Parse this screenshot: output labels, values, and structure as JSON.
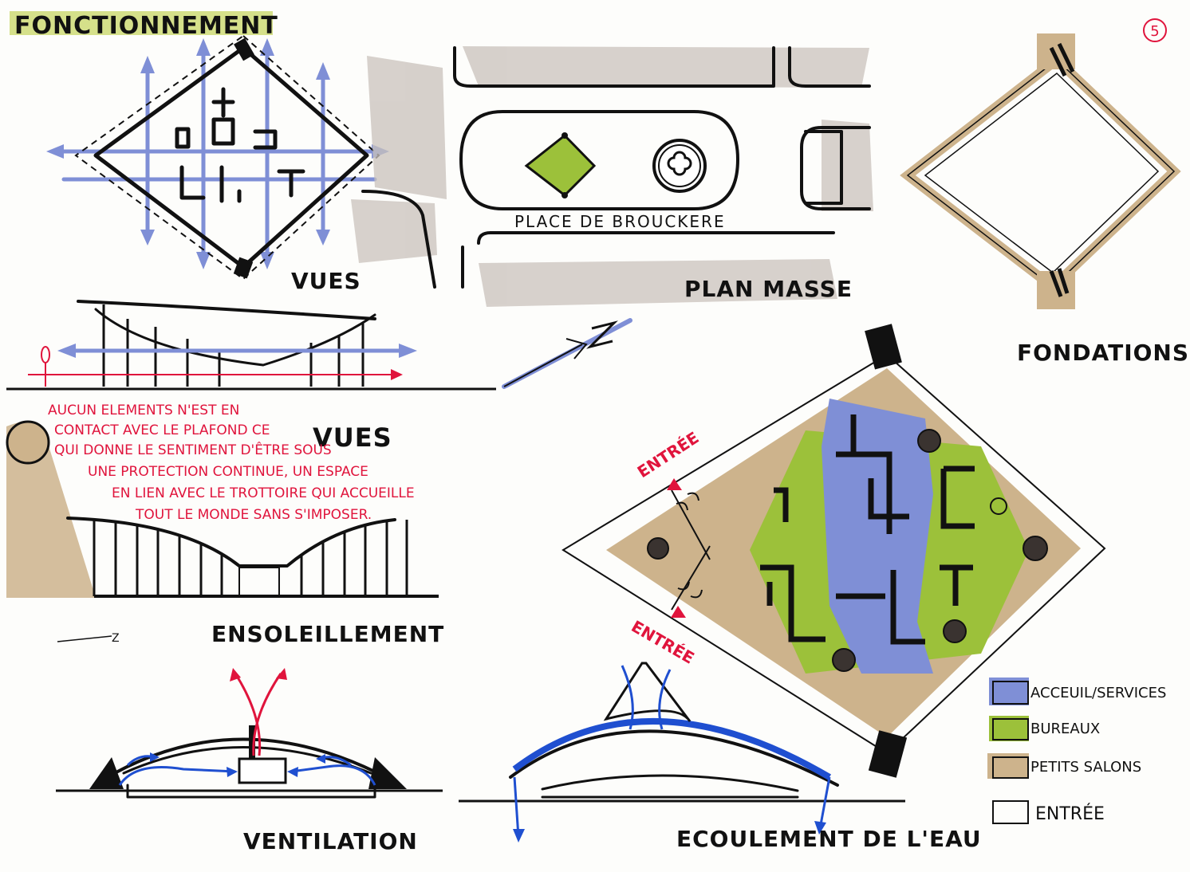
{
  "page_number": "5",
  "titles": {
    "fonctionnement": "FONCTIONNEMENT",
    "vues": "VUES",
    "plan_masse": "PLAN MASSE",
    "place": "PLACE DE BROUCKERE",
    "fondations": "FONDATIONS",
    "vues_section": "VUES",
    "ensoleillement": "ENSOLEILLEMENT",
    "ventilation": "VENTILATION",
    "ecoulement": "ECOULEMENT DE L'EAU"
  },
  "annotation": {
    "lines": [
      "AUCUN ELEMENTS N'EST EN",
      "CONTACT AVEC LE PLAFOND CE",
      "QUI DONNE LE SENTIMENT D'ÊTRE SOUS",
      "UNE PROTECTION CONTINUE, UN ESPACE",
      "EN LIEN AVEC LE TROTTOIRE QUI ACCUEILLE",
      "TOUT LE MONDE SANS S'IMPOSER."
    ]
  },
  "entries": {
    "entree_top": "ENTRÉE",
    "entree_bottom": "ENTRÉE"
  },
  "legend": [
    {
      "label": "ACCEUIL/SERVICES",
      "color": "#7f8fd6"
    },
    {
      "label": "BUREAUX",
      "color": "#9cc13a"
    },
    {
      "label": "PETITS SALONS",
      "color": "#cdb38c"
    },
    {
      "label": "ENTRÉE",
      "color": "#ffffff"
    }
  ],
  "colors": {
    "blue": "#7f8fd6",
    "arrow_blue": "#1f4fd0",
    "green": "#9cc13a",
    "tan": "#cdb38c",
    "red": "#e0143c",
    "grey": "#c9c2bc"
  }
}
